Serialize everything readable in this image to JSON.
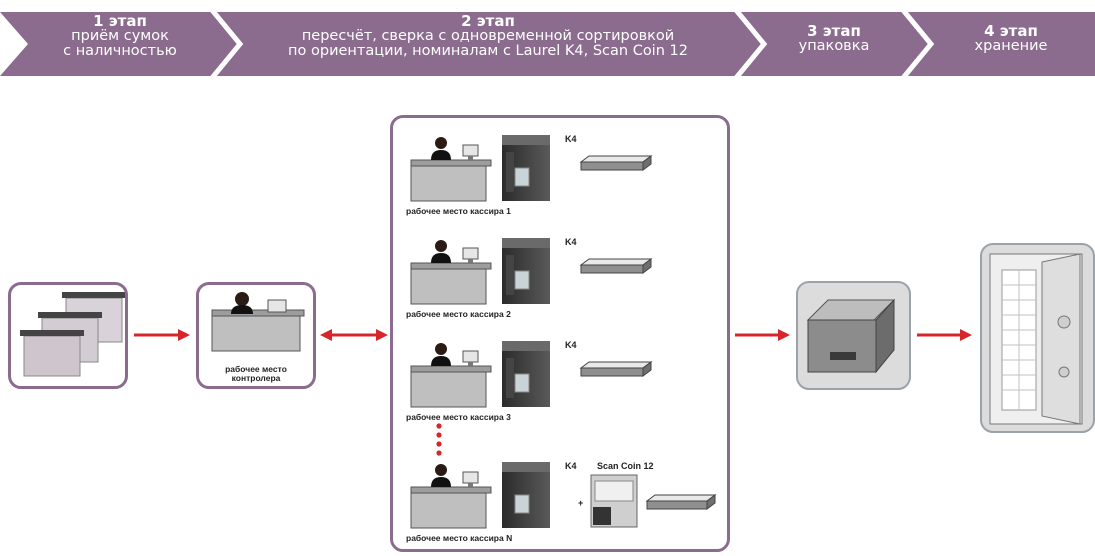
{
  "stages": [
    {
      "title": "1 этап",
      "line1": "приём сумок",
      "line2": "с наличностью"
    },
    {
      "title": "2 этап",
      "line1": "пересчёт, сверка с одновременной сортировкой",
      "line2": "по ориентации, номиналам с Laurel K4, Scan Coin 12"
    },
    {
      "title": "3 этап",
      "line1": "упаковка",
      "line2": ""
    },
    {
      "title": "4 этап",
      "line1": "хранение",
      "line2": ""
    }
  ],
  "controller_label": {
    "line1": "рабочее место",
    "line2": "контролера"
  },
  "cashier_stations": [
    {
      "machine": "K4",
      "label": "рабочее место кассира 1"
    },
    {
      "machine": "K4",
      "label": "рабочее место кассира 2"
    },
    {
      "machine": "K4",
      "label": "рабочее место кассира 3"
    },
    {
      "machine": "K4",
      "label": "рабочее место кассира N",
      "extra_machine": "Scan Coin 12",
      "plus": "+"
    }
  ],
  "colors": {
    "stage_band": "#8b6b8e",
    "box_border": "#8b6b8e",
    "arrow": "#d6252b",
    "grey_box": "#dcdcdc"
  }
}
